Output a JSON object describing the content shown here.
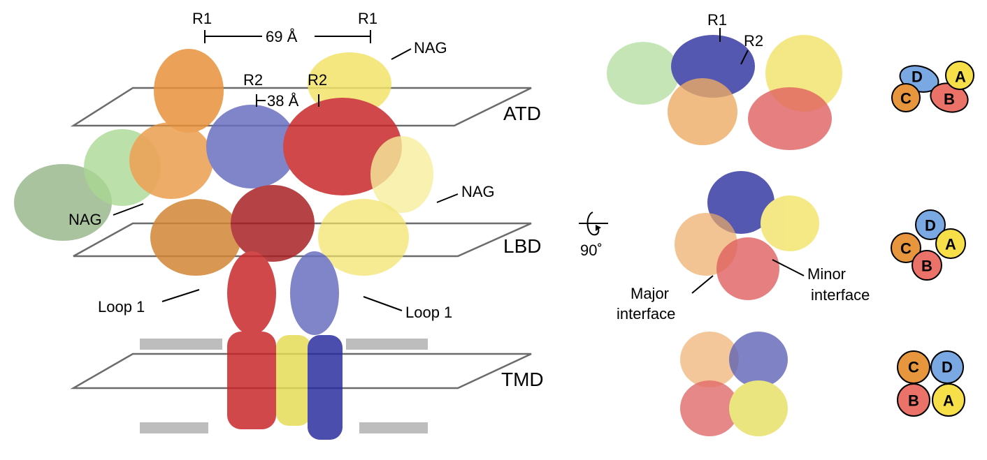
{
  "colors": {
    "A": "#f7df4a",
    "B": "#ea7268",
    "C": "#e8963e",
    "D": "#79a8e3",
    "green": "#8cc47a",
    "blue_dark": "#2b2f9e",
    "red_dark": "#c2262a"
  },
  "side_view": {
    "distance_r1": {
      "left": "R1",
      "right": "R1",
      "value": "69 Å"
    },
    "distance_r2": {
      "left": "R2",
      "right": "R2",
      "value": "38 Å"
    },
    "nag_labels": [
      "NAG",
      "NAG",
      "NAG"
    ],
    "loop_labels": [
      "Loop 1",
      "Loop 1"
    ],
    "domains": [
      "ATD",
      "LBD",
      "TMD"
    ]
  },
  "rotation": {
    "label": "90˚"
  },
  "top_view": {
    "atd_labels": [
      "R1",
      "R2"
    ],
    "lbd_labels": {
      "major": [
        "Major",
        "interface"
      ],
      "minor": [
        "Minor",
        "interface"
      ]
    }
  },
  "schematics": [
    {
      "layer": "ATD",
      "subunits": [
        "D",
        "A",
        "C",
        "B"
      ]
    },
    {
      "layer": "LBD",
      "subunits": [
        "D",
        "A",
        "C",
        "B"
      ]
    },
    {
      "layer": "TMD",
      "subunits": [
        "C",
        "D",
        "B",
        "A"
      ]
    }
  ]
}
